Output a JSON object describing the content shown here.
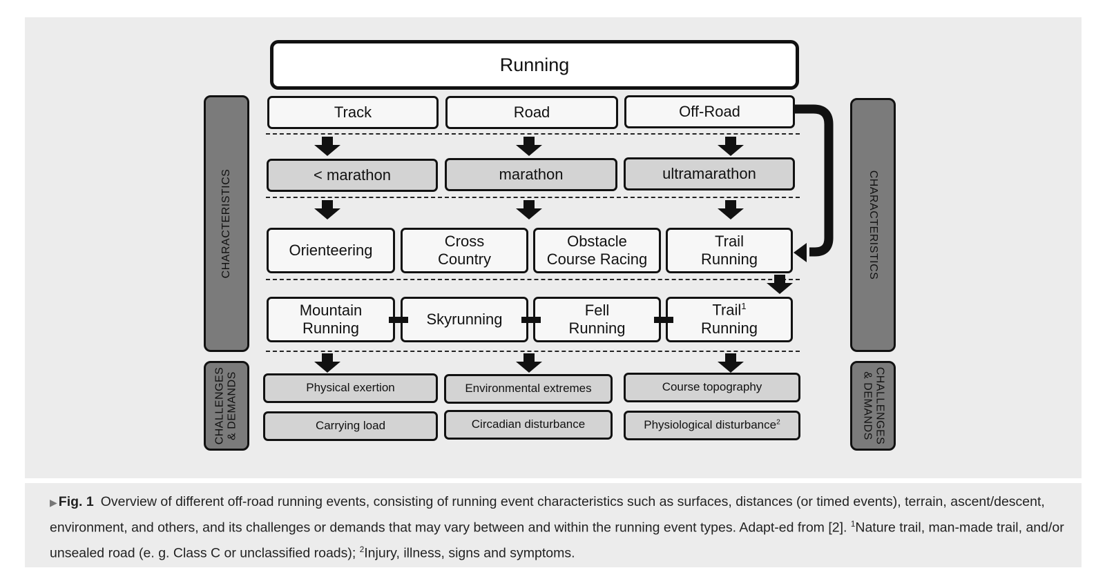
{
  "diagram": {
    "title": "Running",
    "side_labels": {
      "characteristics_left": "CHARACTERISTICS",
      "characteristics_right": "CHARACTERISTICS",
      "challenges_left": "CHALLENGES\n& DEMANDS",
      "challenges_right": "CHALLENGES\n& DEMANDS"
    },
    "surfaces": [
      "Track",
      "Road",
      "Off-Road"
    ],
    "distances": [
      "< marathon",
      "marathon",
      "ultramarathon"
    ],
    "event_types": [
      "Orienteering",
      "Cross\nCountry",
      "Obstacle\nCourse Racing",
      "Trail\nRunning"
    ],
    "trail_subtypes": [
      "Mountain\nRunning",
      "Skyrunning",
      "Fell\nRunning"
    ],
    "trail_running_subtype": {
      "line1": "Trail",
      "sup": "1",
      "line2": "Running"
    },
    "challenges_row1": [
      "Physical exertion",
      "Environmental extremes",
      "Course topography"
    ],
    "challenges_row2": [
      "Carrying load",
      "Circadian disturbance"
    ],
    "physiological": {
      "text": "Physiological disturbance",
      "sup": "2"
    }
  },
  "caption": {
    "marker": "▶",
    "fig_label": "Fig. 1",
    "text_main": "Overview of different off-road running events, consisting of running event characteristics such as surfaces, distances (or timed events), terrain, ascent/descent, environment, and others, and its challenges or demands that may vary between and within the running event types. Adapt-ed from [2]. ",
    "note1_sup": "1",
    "note1_text": "Nature trail, man-made trail, and/or unsealed road (e. g. Class C or unclassified roads); ",
    "note2_sup": "2",
    "note2_text": "Injury, illness, signs and symptoms."
  }
}
